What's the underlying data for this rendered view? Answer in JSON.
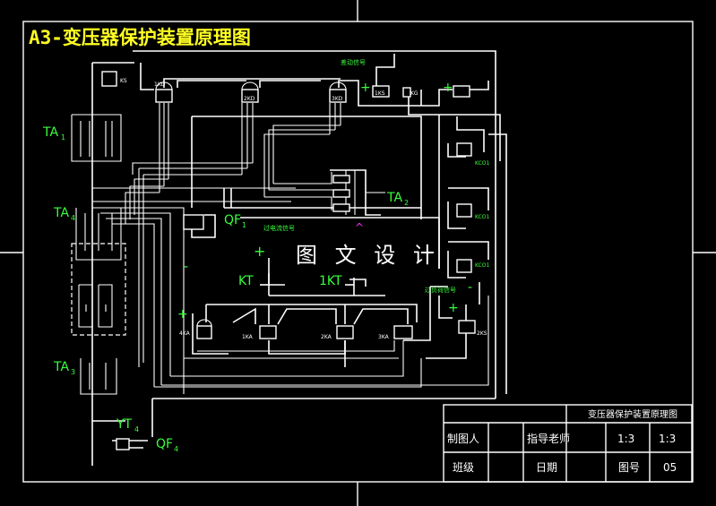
{
  "title": "A3-变压器保护装置原理图",
  "watermark": "图 文 设 计",
  "colors": {
    "background": "#000000",
    "wire": "#ffffff",
    "title": "#ffff22",
    "label": "#39ff3c",
    "accent": "#ff30ff"
  },
  "labels": {
    "ta1": "TA",
    "ta1_sub": "1",
    "ta4": "TA",
    "ta4_sub": "4",
    "ta3": "TA",
    "ta3_sub": "3",
    "ta2": "TA",
    "ta2_sub": "2",
    "qf1": "QF",
    "qf1_sub": "1",
    "qf4": "QF",
    "qf4_sub": "4",
    "yt4": "YT",
    "yt4_sub": "4",
    "kt": "KT",
    "kt1": "1KT",
    "plus": "+",
    "minus": "-",
    "minus2": "-",
    "plus2": "+",
    "plus3": "+",
    "plus4": "+",
    "plus5": "+",
    "caret": "^",
    "note_top": "差动信号",
    "note_mid": "过电流信号",
    "note_low": "过负荷信号",
    "kd_1": "1KD",
    "kd_2": "2KD",
    "kd_3": "3KD",
    "kd_4": "KS",
    "ks_label": "1KS",
    "kcoi_1": "KCO1",
    "kcoi_2": "KCO1",
    "kcoi_3": "KCO1",
    "ka_1": "1KA",
    "ka_2": "2KA",
    "ka_3": "3KA",
    "ka_4": "4KA",
    "ks2": "2KS",
    "kgt": "KG"
  },
  "title_block": {
    "drawing_name": "变压器保护装置原理图",
    "drawn_by_label": "制图人",
    "instructor_label": "指导老师",
    "scale_1": "1:3",
    "scale_2": "1:3",
    "class_label": "班级",
    "date_label": "日期",
    "drawing_no_label": "图号",
    "drawing_no": "05"
  }
}
